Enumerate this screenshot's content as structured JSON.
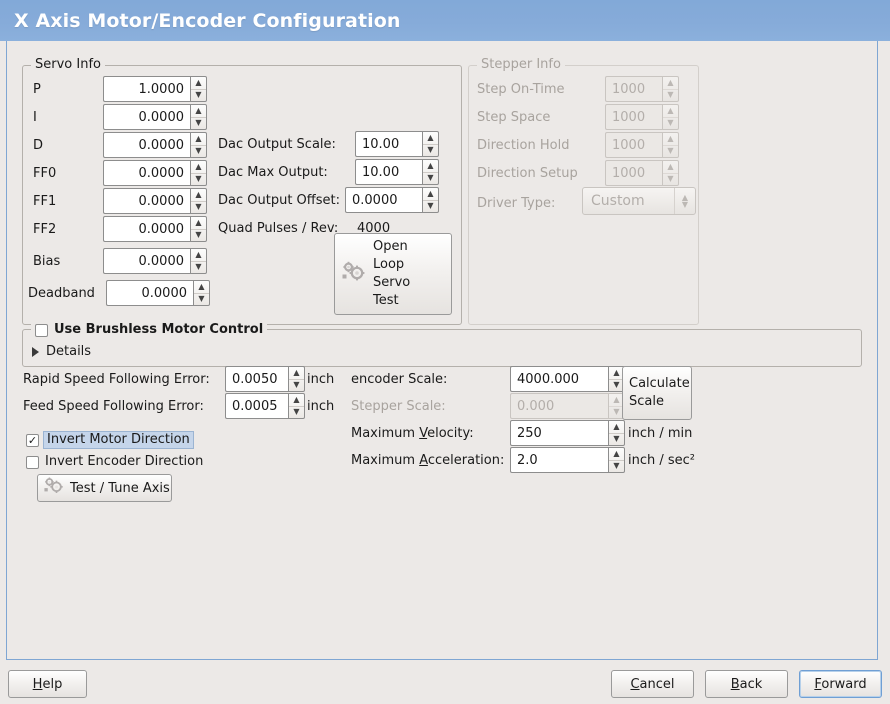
{
  "window": {
    "title": "X Axis Motor/Encoder Configuration",
    "accent": "#86abd9"
  },
  "servo": {
    "legend": "Servo Info",
    "rows": [
      {
        "label": "P",
        "value": "1.0000"
      },
      {
        "label": "I",
        "value": "0.0000"
      },
      {
        "label": "D",
        "value": "0.0000"
      },
      {
        "label": "FF0",
        "value": "0.0000"
      },
      {
        "label": "FF1",
        "value": "0.0000"
      },
      {
        "label": "FF2",
        "value": "0.0000"
      },
      {
        "label": "Bias",
        "value": "0.0000"
      },
      {
        "label": "Deadband",
        "value": "0.0000"
      }
    ],
    "dac": [
      {
        "label": "Dac Output Scale:",
        "value": "10.00"
      },
      {
        "label": "Dac Max Output:",
        "value": "10.00"
      },
      {
        "label": "Dac Output Offset:",
        "value": "0.0000"
      }
    ],
    "quad_label": "Quad Pulses / Rev:",
    "quad_value": "4000",
    "open_loop_button": [
      "Open",
      "Loop",
      "Servo",
      "Test"
    ]
  },
  "stepper": {
    "legend": "Stepper Info",
    "enabled": false,
    "rows": [
      {
        "label": "Step On-Time",
        "value": "1000"
      },
      {
        "label": "Step Space",
        "value": "1000"
      },
      {
        "label": "Direction Hold",
        "value": "1000"
      },
      {
        "label": "Direction Setup",
        "value": "1000"
      }
    ],
    "driver_type_label": "Driver Type:",
    "driver_type_value": "Custom"
  },
  "brushless": {
    "checkbox_label": "Use Brushless Motor Control",
    "checked": false,
    "details_label": "Details"
  },
  "tuning": {
    "rapid_label": "Rapid Speed Following Error:",
    "rapid_value": "0.0050",
    "rapid_unit": "inch",
    "feed_label": "Feed Speed Following Error:",
    "feed_value": "0.0005",
    "feed_unit": "inch",
    "invert_motor_label": "Invert Motor Direction",
    "invert_motor_checked": true,
    "invert_encoder_label": "Invert Encoder Direction",
    "invert_encoder_checked": false,
    "test_tune_label": "Test / Tune Axis"
  },
  "scales": {
    "encoder_label": "encoder Scale:",
    "encoder_value": "4000.000",
    "stepper_label": "Stepper Scale:",
    "stepper_value": "0.000",
    "stepper_enabled": false,
    "max_vel_label_pre": "Maximum ",
    "max_vel_mnemonic": "V",
    "max_vel_label_post": "elocity:",
    "max_vel_value": "250",
    "max_vel_unit": "inch / min",
    "max_acc_label_pre": "Maximum ",
    "max_acc_mnemonic": "A",
    "max_acc_label_post": "cceleration:",
    "max_acc_value": "2.0",
    "max_acc_unit": "inch / sec²",
    "calculate_button": [
      "Calculate",
      "Scale"
    ]
  },
  "footer": {
    "help": {
      "pre": "",
      "mnemonic": "H",
      "post": "elp"
    },
    "cancel": {
      "pre": "",
      "mnemonic": "C",
      "post": "ancel"
    },
    "back": {
      "pre": "",
      "mnemonic": "B",
      "post": "ack"
    },
    "forward": {
      "pre": "",
      "mnemonic": "F",
      "post": "orward"
    }
  }
}
